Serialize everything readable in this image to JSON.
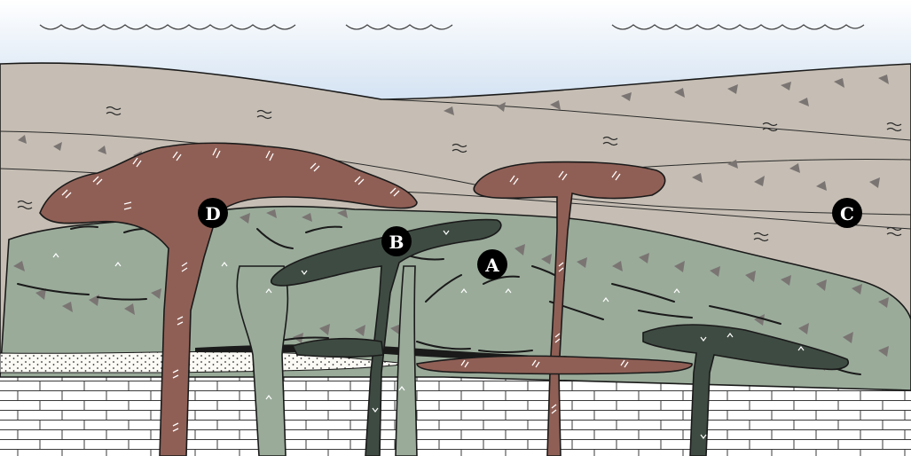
{
  "markers": [
    {
      "id": "A",
      "label": "A"
    },
    {
      "id": "B",
      "label": "B"
    },
    {
      "id": "C",
      "label": "C"
    },
    {
      "id": "D",
      "label": "D"
    }
  ],
  "colors": {
    "water_top": "#ffffff",
    "water_bottom": "#c9dbef",
    "sediment": "#c6beb4",
    "breccia_fragments": "#7a7573",
    "green_intrusion": "#9aab9a",
    "dark_dike": "#3e4b42",
    "brown_intrusion": "#8f5f55",
    "sand_layer": "#fbfaf5",
    "limestone": "#ffffff",
    "outline": "#1a1a1a"
  }
}
